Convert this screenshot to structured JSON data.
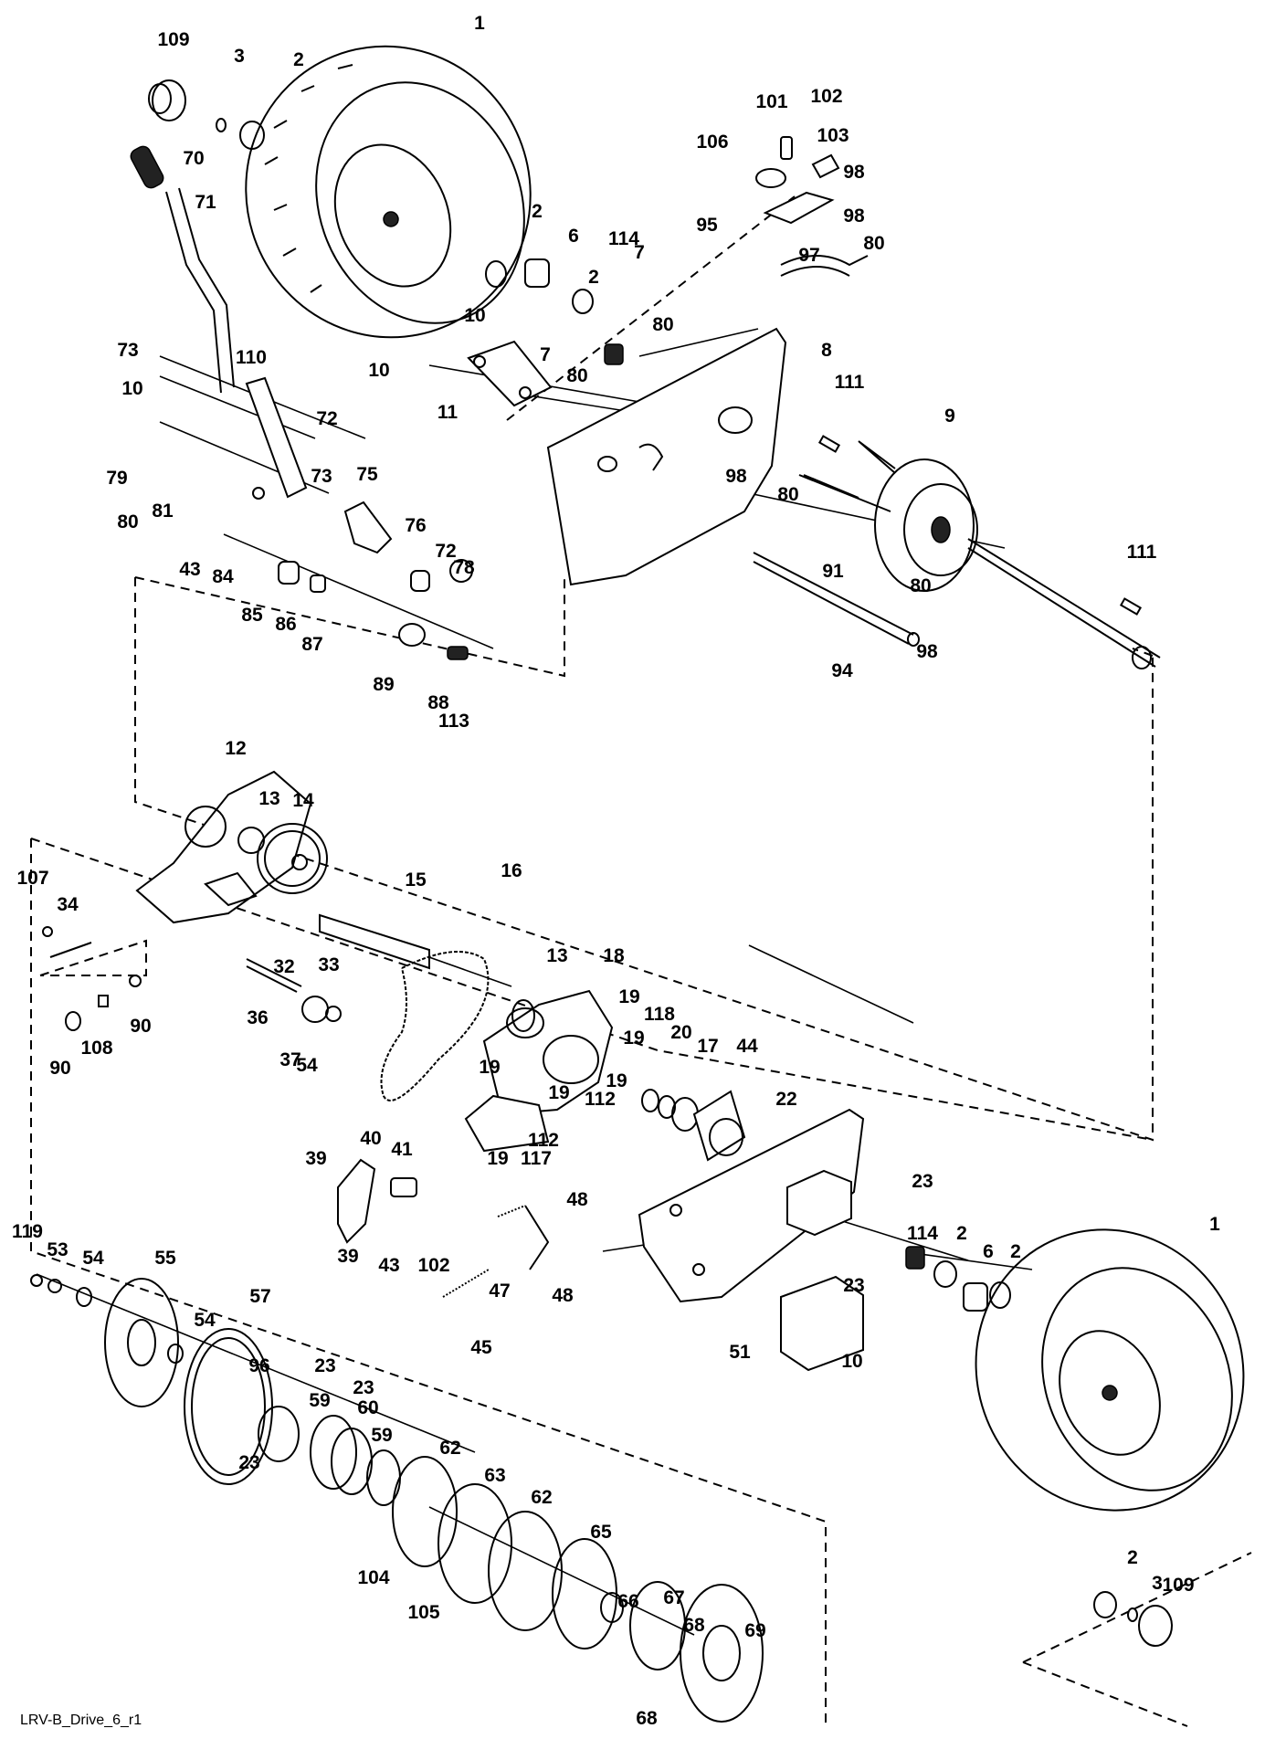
{
  "diagram_id": "LRV-B_Drive_6_r1",
  "callouts": [
    {
      "id": "1",
      "label": "1"
    },
    {
      "id": "109a",
      "label": "109"
    },
    {
      "id": "3a",
      "label": "3"
    },
    {
      "id": "2a",
      "label": "2"
    },
    {
      "id": "70",
      "label": "70"
    },
    {
      "id": "71",
      "label": "71"
    },
    {
      "id": "2b",
      "label": "2"
    },
    {
      "id": "6a",
      "label": "6"
    },
    {
      "id": "114a",
      "label": "114"
    },
    {
      "id": "2c",
      "label": "2"
    },
    {
      "id": "7a",
      "label": "7"
    },
    {
      "id": "80a",
      "label": "80"
    },
    {
      "id": "10a",
      "label": "10"
    },
    {
      "id": "10b",
      "label": "10"
    },
    {
      "id": "7b",
      "label": "7"
    },
    {
      "id": "80b",
      "label": "80"
    },
    {
      "id": "11",
      "label": "11"
    },
    {
      "id": "73a",
      "label": "73"
    },
    {
      "id": "110",
      "label": "110"
    },
    {
      "id": "10c",
      "label": "10"
    },
    {
      "id": "72a",
      "label": "72"
    },
    {
      "id": "79",
      "label": "79"
    },
    {
      "id": "80c",
      "label": "80"
    },
    {
      "id": "81",
      "label": "81"
    },
    {
      "id": "73b",
      "label": "73"
    },
    {
      "id": "75",
      "label": "75"
    },
    {
      "id": "43a",
      "label": "43"
    },
    {
      "id": "84",
      "label": "84"
    },
    {
      "id": "76",
      "label": "76"
    },
    {
      "id": "72b",
      "label": "72"
    },
    {
      "id": "78",
      "label": "78"
    },
    {
      "id": "85",
      "label": "85"
    },
    {
      "id": "86",
      "label": "86"
    },
    {
      "id": "87",
      "label": "87"
    },
    {
      "id": "89",
      "label": "89"
    },
    {
      "id": "88",
      "label": "88"
    },
    {
      "id": "113",
      "label": "113"
    },
    {
      "id": "101",
      "label": "101"
    },
    {
      "id": "102a",
      "label": "102"
    },
    {
      "id": "103",
      "label": "103"
    },
    {
      "id": "106",
      "label": "106"
    },
    {
      "id": "98a",
      "label": "98"
    },
    {
      "id": "95",
      "label": "95"
    },
    {
      "id": "98b",
      "label": "98"
    },
    {
      "id": "80d",
      "label": "80"
    },
    {
      "id": "97",
      "label": "97"
    },
    {
      "id": "8",
      "label": "8"
    },
    {
      "id": "111a",
      "label": "111"
    },
    {
      "id": "9",
      "label": "9"
    },
    {
      "id": "98c",
      "label": "98"
    },
    {
      "id": "80e",
      "label": "80"
    },
    {
      "id": "91",
      "label": "91"
    },
    {
      "id": "111b",
      "label": "111"
    },
    {
      "id": "80f",
      "label": "80"
    },
    {
      "id": "98d",
      "label": "98"
    },
    {
      "id": "94",
      "label": "94"
    },
    {
      "id": "12",
      "label": "12"
    },
    {
      "id": "13a",
      "label": "13"
    },
    {
      "id": "14",
      "label": "14"
    },
    {
      "id": "15",
      "label": "15"
    },
    {
      "id": "107",
      "label": "107"
    },
    {
      "id": "34",
      "label": "34"
    },
    {
      "id": "16",
      "label": "16"
    },
    {
      "id": "33",
      "label": "33"
    },
    {
      "id": "32",
      "label": "32"
    },
    {
      "id": "13b",
      "label": "13"
    },
    {
      "id": "18",
      "label": "18"
    },
    {
      "id": "36",
      "label": "36"
    },
    {
      "id": "90a",
      "label": "90"
    },
    {
      "id": "108",
      "label": "108"
    },
    {
      "id": "90b",
      "label": "90"
    },
    {
      "id": "37",
      "label": "37"
    },
    {
      "id": "54a",
      "label": "54"
    },
    {
      "id": "19a",
      "label": "19"
    },
    {
      "id": "19b",
      "label": "19"
    },
    {
      "id": "118",
      "label": "118"
    },
    {
      "id": "20",
      "label": "20"
    },
    {
      "id": "17",
      "label": "17"
    },
    {
      "id": "44",
      "label": "44"
    },
    {
      "id": "19c",
      "label": "19"
    },
    {
      "id": "19d",
      "label": "19"
    },
    {
      "id": "19e",
      "label": "19"
    },
    {
      "id": "112a",
      "label": "112"
    },
    {
      "id": "22",
      "label": "22"
    },
    {
      "id": "19f",
      "label": "19"
    },
    {
      "id": "117",
      "label": "117"
    },
    {
      "id": "112b",
      "label": "112"
    },
    {
      "id": "39a",
      "label": "39"
    },
    {
      "id": "40",
      "label": "40"
    },
    {
      "id": "41",
      "label": "41"
    },
    {
      "id": "48a",
      "label": "48"
    },
    {
      "id": "23a",
      "label": "23"
    },
    {
      "id": "119",
      "label": "119"
    },
    {
      "id": "53",
      "label": "53"
    },
    {
      "id": "54b",
      "label": "54"
    },
    {
      "id": "55",
      "label": "55"
    },
    {
      "id": "39b",
      "label": "39"
    },
    {
      "id": "43b",
      "label": "43"
    },
    {
      "id": "102b",
      "label": "102"
    },
    {
      "id": "47",
      "label": "47"
    },
    {
      "id": "48b",
      "label": "48"
    },
    {
      "id": "114b",
      "label": "114"
    },
    {
      "id": "2d",
      "label": "2"
    },
    {
      "id": "6b",
      "label": "6"
    },
    {
      "id": "2e",
      "label": "2"
    },
    {
      "id": "1b",
      "label": "1"
    },
    {
      "id": "23b",
      "label": "23"
    },
    {
      "id": "57",
      "label": "57"
    },
    {
      "id": "54c",
      "label": "54"
    },
    {
      "id": "45",
      "label": "45"
    },
    {
      "id": "51",
      "label": "51"
    },
    {
      "id": "10d",
      "label": "10"
    },
    {
      "id": "96",
      "label": "96"
    },
    {
      "id": "23c",
      "label": "23"
    },
    {
      "id": "23d",
      "label": "23"
    },
    {
      "id": "59a",
      "label": "59"
    },
    {
      "id": "60",
      "label": "60"
    },
    {
      "id": "59b",
      "label": "59"
    },
    {
      "id": "23e",
      "label": "23"
    },
    {
      "id": "62a",
      "label": "62"
    },
    {
      "id": "63",
      "label": "63"
    },
    {
      "id": "62b",
      "label": "62"
    },
    {
      "id": "65",
      "label": "65"
    },
    {
      "id": "104",
      "label": "104"
    },
    {
      "id": "105",
      "label": "105"
    },
    {
      "id": "66",
      "label": "66"
    },
    {
      "id": "67",
      "label": "67"
    },
    {
      "id": "68a",
      "label": "68"
    },
    {
      "id": "69",
      "label": "69"
    },
    {
      "id": "68b",
      "label": "68"
    },
    {
      "id": "2f",
      "label": "2"
    },
    {
      "id": "3b",
      "label": "3"
    },
    {
      "id": "109b",
      "label": "109"
    }
  ]
}
